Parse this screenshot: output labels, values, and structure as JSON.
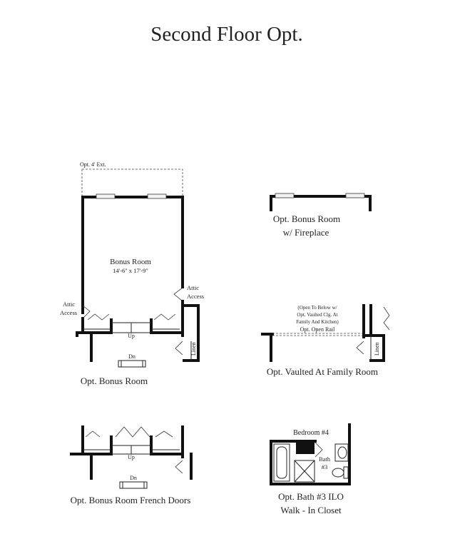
{
  "title": "Second Floor Opt.",
  "bonus": {
    "ext": "Opt. 4' Ext.",
    "room_name": "Bonus Room",
    "room_dims": "14'-6\" x 17'-9\"",
    "attic_right_1": "Attic",
    "attic_right_2": "Access",
    "attic_left_1": "Attic",
    "attic_left_2": "Access",
    "up": "Up",
    "dn": "Dn",
    "linen": "Linen",
    "caption": "Opt. Bonus Room"
  },
  "fireplace": {
    "caption_1": "Opt. Bonus Room",
    "caption_2": "w/ Fireplace"
  },
  "vaulted": {
    "note_1": "(Open To Below w/",
    "note_2": "Opt. Vaulted Clg. At",
    "note_3": "Family And Kitchen)",
    "rail": "Opt. Open Rail",
    "linen": "Linen",
    "caption": "Opt. Vaulted At Family Room"
  },
  "french": {
    "up": "Up",
    "dn": "Dn",
    "caption": "Opt. Bonus Room French Doors"
  },
  "bath": {
    "bedroom": "Bedroom #4",
    "bath_1": "Bath",
    "bath_2": "#3",
    "caption_1": "Opt. Bath #3 ILO",
    "caption_2": "Walk - In Closet"
  }
}
